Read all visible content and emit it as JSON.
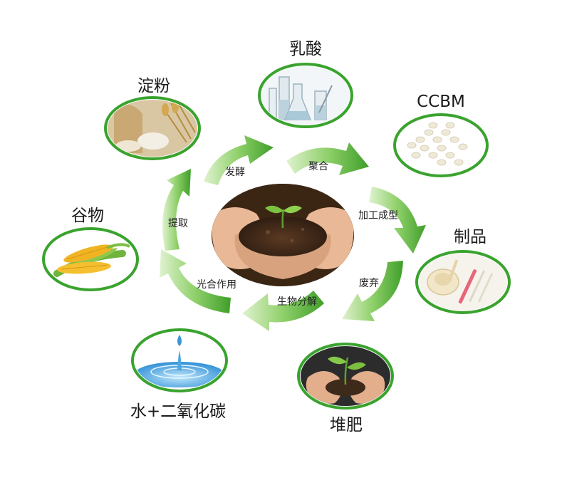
{
  "colors": {
    "ring": "#3aa32e",
    "arrow_light": "#d8efc4",
    "arrow_mid": "#8fd06a",
    "arrow_dark": "#3f9e2a"
  },
  "nodes": {
    "lactic_acid": "乳酸",
    "ccbm": "CCBM",
    "products": "制品",
    "compost": "堆肥",
    "water_co2": "水+二氧化碳",
    "grain": "谷物",
    "starch": "淀粉"
  },
  "arrows": {
    "fermentation": "发酵",
    "polymerization": "聚合",
    "processing": "加工成型",
    "discard": "废弃",
    "biodegradation": "生物分解",
    "photosynthesis": "光合作用",
    "extraction": "提取"
  }
}
